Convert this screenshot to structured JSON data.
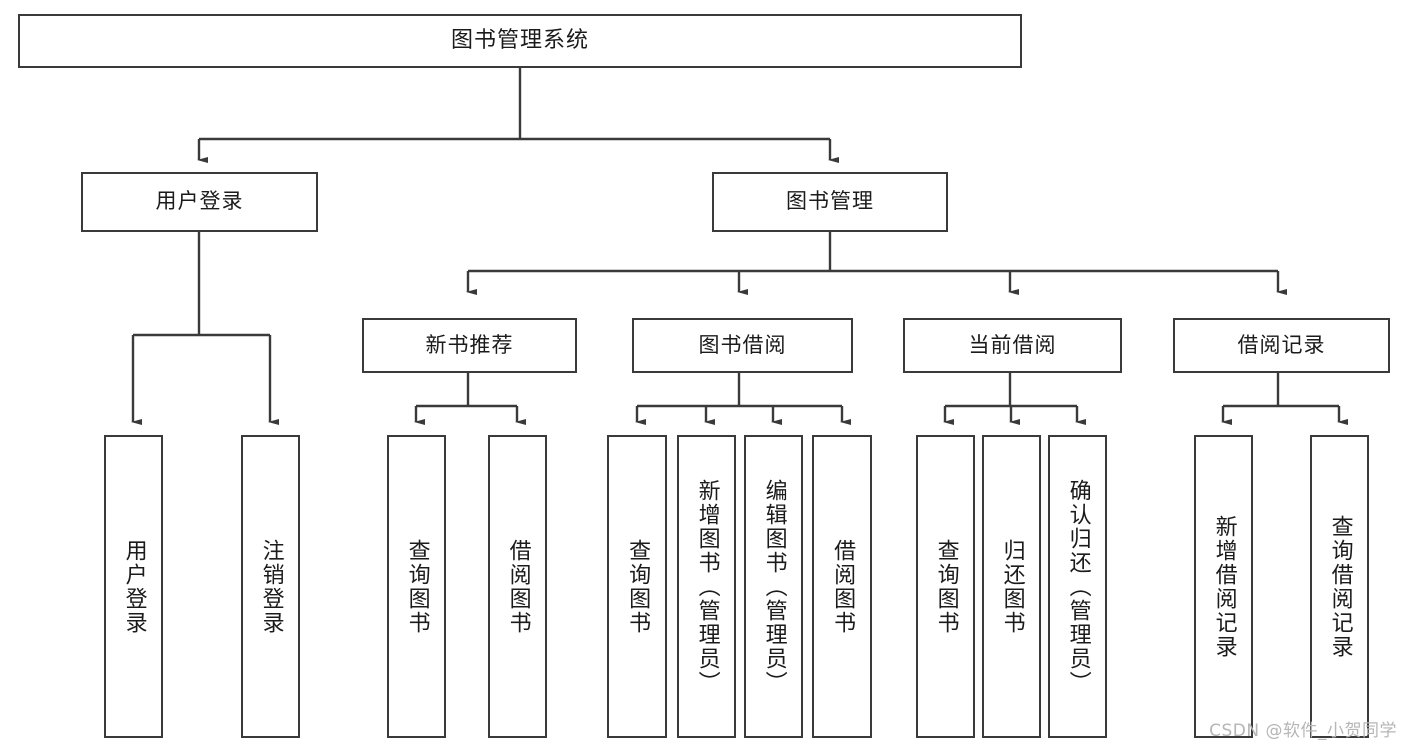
{
  "diagram": {
    "type": "tree-hierarchy-chart",
    "title": "图书管理系统",
    "root": {
      "id": "root",
      "label": "图书管理系统"
    },
    "level1": [
      {
        "id": "user-login",
        "label": "用户登录"
      },
      {
        "id": "book-management",
        "label": "图书管理"
      }
    ],
    "level2": [
      {
        "id": "new-book-recommend",
        "label": "新书推荐",
        "parent": "book-management"
      },
      {
        "id": "book-borrow",
        "label": "图书借阅",
        "parent": "book-management"
      },
      {
        "id": "current-borrow",
        "label": "当前借阅",
        "parent": "book-management"
      },
      {
        "id": "borrow-record",
        "label": "借阅记录",
        "parent": "book-management"
      }
    ],
    "leaves": {
      "user_login": [
        {
          "id": "leaf-user-login",
          "label": "用户登录"
        },
        {
          "id": "leaf-user-logout",
          "label": "注销登录"
        }
      ],
      "new_book_recommend": [
        {
          "id": "leaf-query-book-1",
          "label": "查询图书"
        },
        {
          "id": "leaf-borrow-book-1",
          "label": "借阅图书"
        }
      ],
      "book_borrow": [
        {
          "id": "leaf-query-book-2",
          "label": "查询图书"
        },
        {
          "id": "leaf-add-book",
          "label": "新增图书（管理员）"
        },
        {
          "id": "leaf-edit-book",
          "label": "编辑图书（管理员）"
        },
        {
          "id": "leaf-borrow-book-2",
          "label": "借阅图书"
        }
      ],
      "current_borrow": [
        {
          "id": "leaf-query-book-3",
          "label": "查询图书"
        },
        {
          "id": "leaf-return-book",
          "label": "归还图书"
        },
        {
          "id": "leaf-confirm-return",
          "label": "确认归还（管理员）"
        }
      ],
      "borrow_record": [
        {
          "id": "leaf-add-record",
          "label": "新增借阅记录"
        },
        {
          "id": "leaf-query-record",
          "label": "查询借阅记录"
        }
      ]
    }
  },
  "watermark": {
    "text": "CSDN @软件_小贺同学"
  },
  "colors": {
    "stroke": "#3a3a3a",
    "text": "#1b1b1b",
    "background": "#ffffff",
    "watermark": "#b6b6b6"
  }
}
